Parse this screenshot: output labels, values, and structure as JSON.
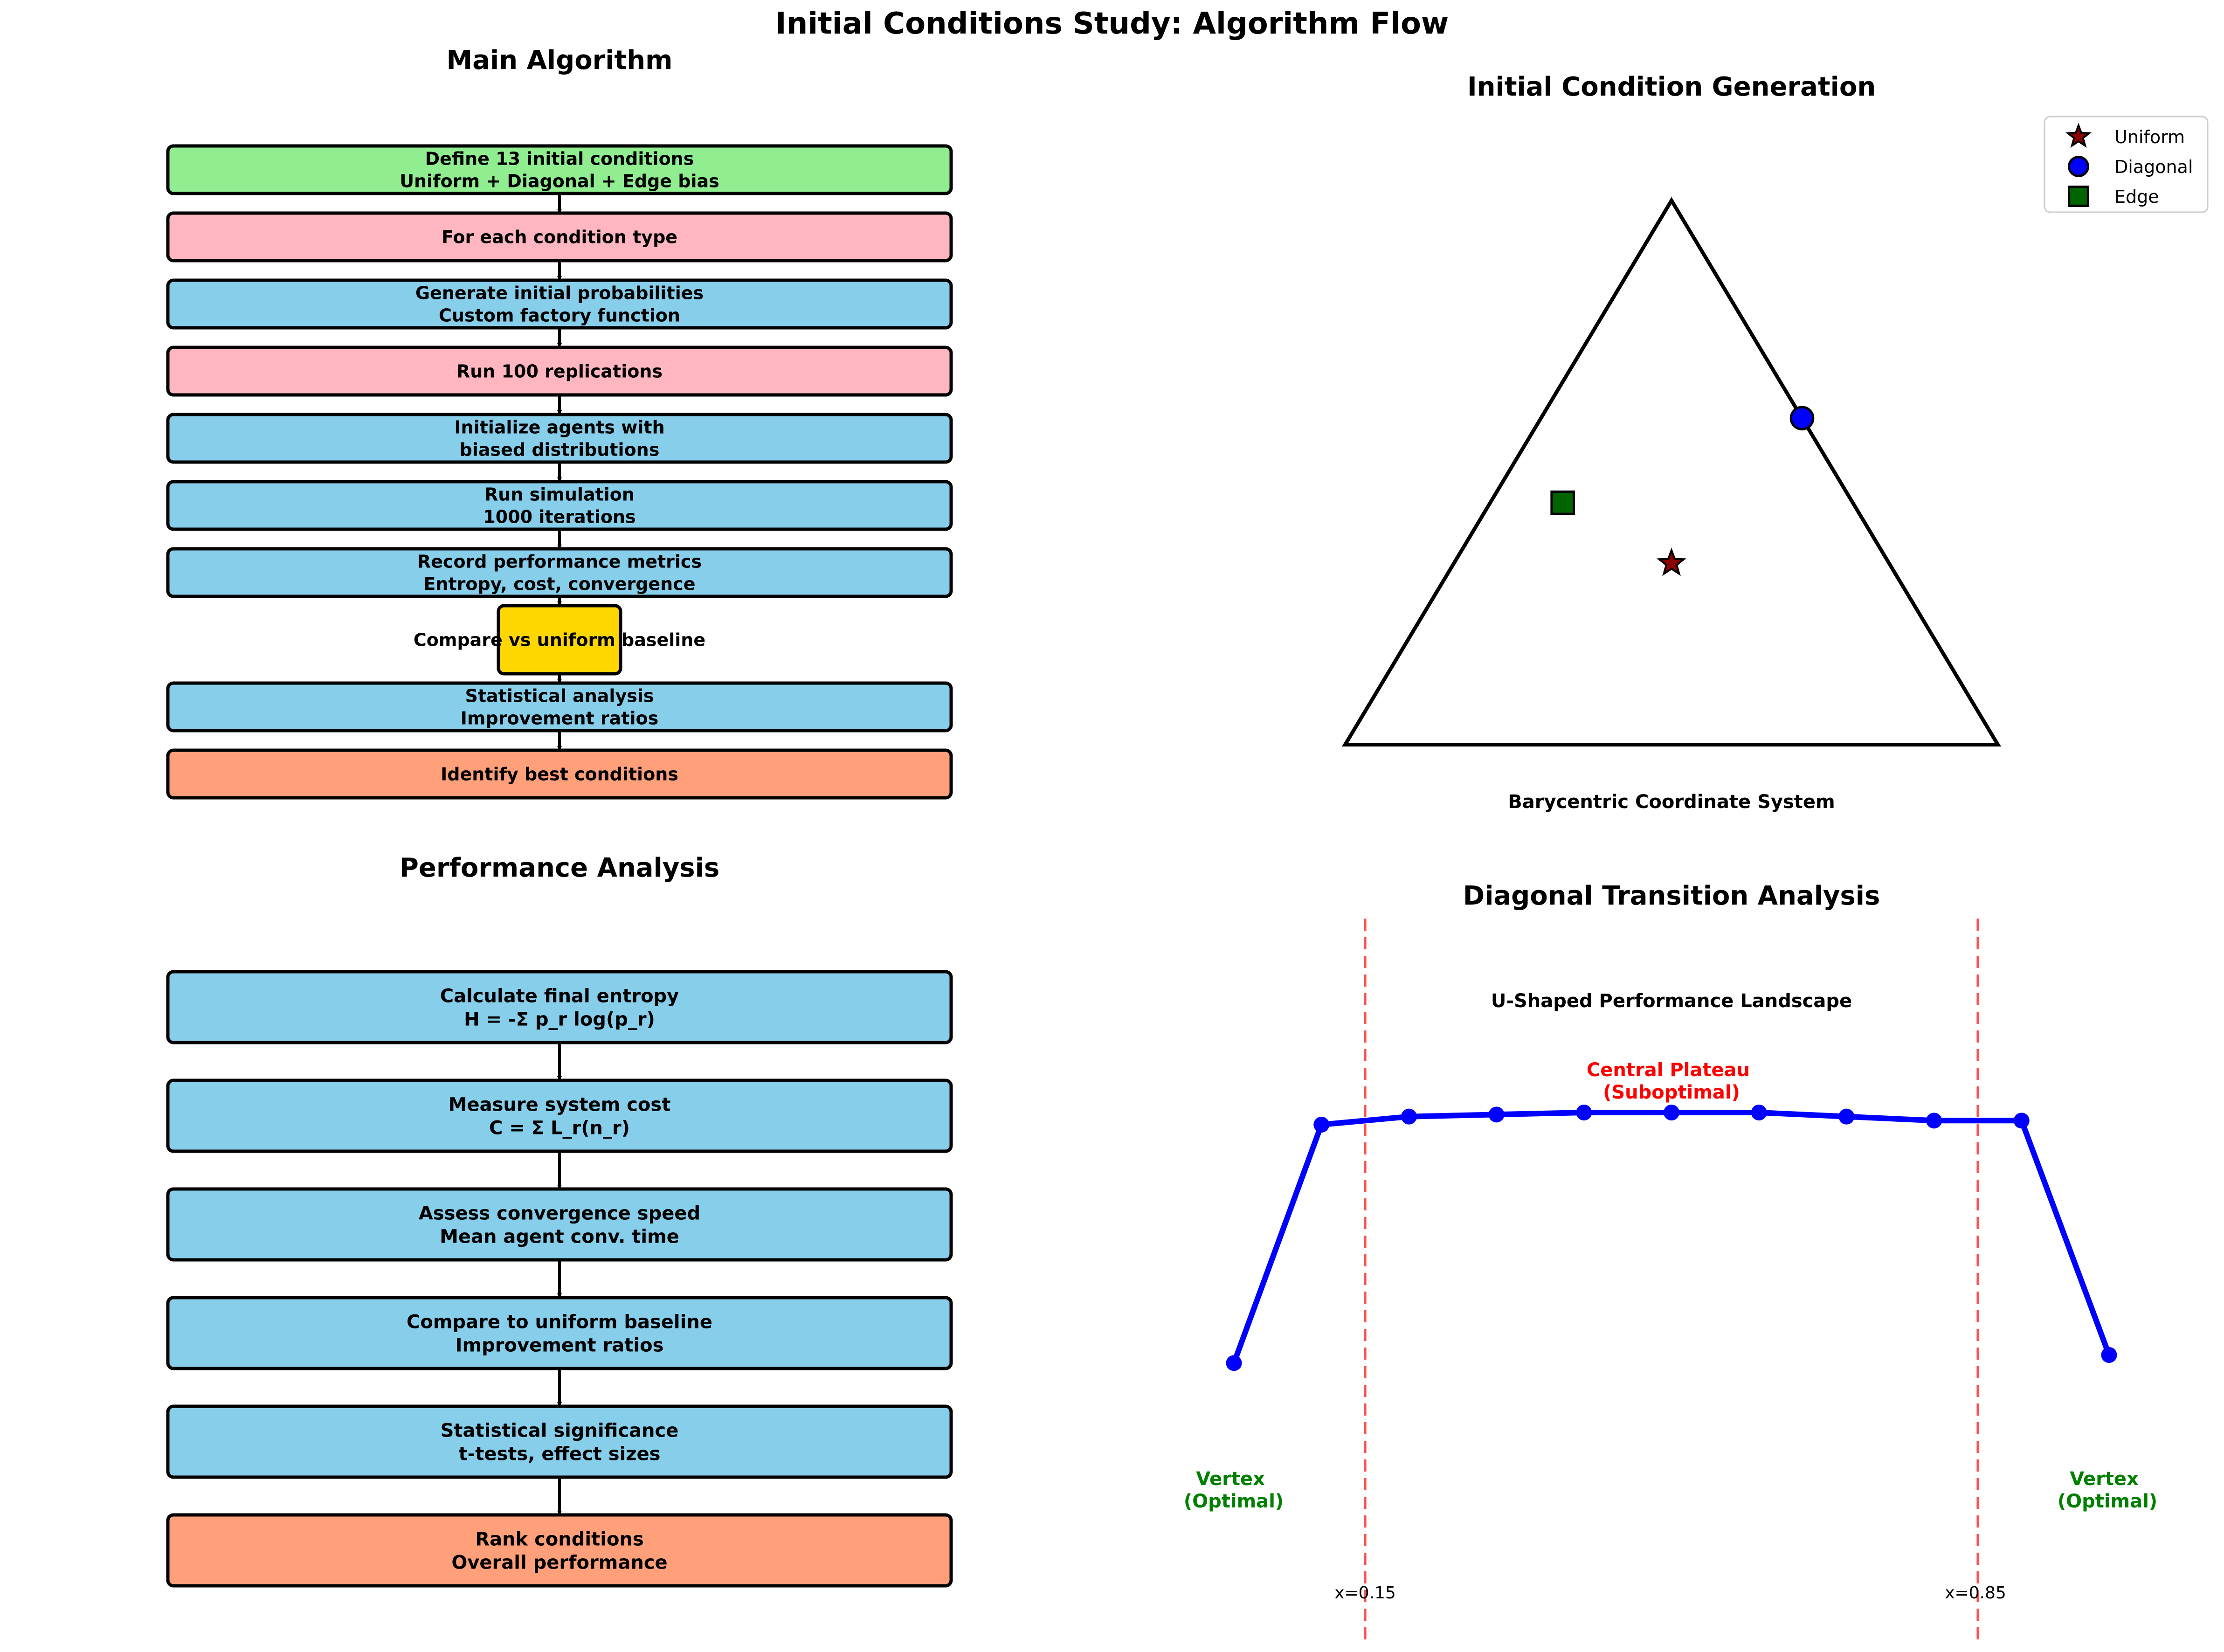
{
  "figure_title": "Initial Conditions Study: Algorithm Flow",
  "main_algorithm": {
    "title": "Main Algorithm",
    "steps": [
      {
        "lines": [
          "Define 13 initial conditions",
          "Uniform + Diagonal + Edge bias"
        ],
        "color": "#90ee90"
      },
      {
        "lines": [
          "For each condition type"
        ],
        "color": "#ffb6c1"
      },
      {
        "lines": [
          "Generate initial probabilities",
          "Custom factory function"
        ],
        "color": "#87ceeb"
      },
      {
        "lines": [
          "Run 100 replications"
        ],
        "color": "#ffb6c1"
      },
      {
        "lines": [
          "Initialize agents with",
          "biased distributions"
        ],
        "color": "#87ceeb"
      },
      {
        "lines": [
          "Run simulation",
          "1000 iterations"
        ],
        "color": "#87ceeb"
      },
      {
        "lines": [
          "Record performance metrics",
          "Entropy, cost, convergence"
        ],
        "color": "#87ceeb"
      },
      {
        "lines": [
          "Compare vs uniform baseline"
        ],
        "color": "#ffd700",
        "shape": "decision"
      },
      {
        "lines": [
          "Statistical analysis",
          "Improvement ratios"
        ],
        "color": "#87ceeb"
      },
      {
        "lines": [
          "Identify best conditions"
        ],
        "color": "#ffa07a"
      }
    ]
  },
  "initial_condition_generation": {
    "title": "Initial Condition Generation",
    "caption": "Barycentric Coordinate System",
    "legend": [
      {
        "label": "Uniform",
        "marker": "star",
        "color": "#8b0000"
      },
      {
        "label": "Diagonal",
        "marker": "circle",
        "color": "#0000ff"
      },
      {
        "label": "Edge",
        "marker": "square",
        "color": "#006400"
      }
    ],
    "points": [
      {
        "type": "Uniform",
        "barycentric": [
          0.333,
          0.333,
          0.333
        ]
      },
      {
        "type": "Diagonal",
        "barycentric": [
          0.6,
          0.0,
          0.4
        ]
      },
      {
        "type": "Edge",
        "barycentric": [
          0.4,
          0.4,
          0.1
        ]
      }
    ]
  },
  "performance_analysis": {
    "title": "Performance Analysis",
    "steps": [
      {
        "lines": [
          "Calculate final entropy",
          "H = -Σ p_r log(p_r)"
        ],
        "color": "#87ceeb"
      },
      {
        "lines": [
          "Measure system cost",
          "C = Σ L_r(n_r)"
        ],
        "color": "#87ceeb"
      },
      {
        "lines": [
          "Assess convergence speed",
          "Mean agent conv. time"
        ],
        "color": "#87ceeb"
      },
      {
        "lines": [
          "Compare to uniform baseline",
          "Improvement ratios"
        ],
        "color": "#87ceeb"
      },
      {
        "lines": [
          "Statistical significance",
          "t-tests, effect sizes"
        ],
        "color": "#87ceeb"
      },
      {
        "lines": [
          "Rank conditions",
          "Overall performance"
        ],
        "color": "#ffa07a"
      }
    ]
  },
  "diagonal_transition": {
    "title": "Diagonal Transition Analysis",
    "subtitle": "U-Shaped Performance Landscape",
    "plateau_label": [
      "Central Plateau",
      "(Suboptimal)"
    ],
    "vertex_label": [
      "Vertex",
      "(Optimal)"
    ],
    "threshold_labels": [
      "x=0.15",
      "x=0.85"
    ],
    "line_color": "#0000ff"
  },
  "chart_data": {
    "type": "line",
    "title": "Diagonal Transition Analysis",
    "subtitle": "U-Shaped Performance Landscape",
    "x": [
      0.0,
      0.1,
      0.2,
      0.3,
      0.4,
      0.5,
      0.6,
      0.7,
      0.8,
      0.9,
      1.0
    ],
    "series": [
      {
        "values": [
          0.2,
          0.79,
          0.81,
          0.815,
          0.82,
          0.82,
          0.82,
          0.81,
          0.8,
          0.8,
          0.22
        ]
      }
    ],
    "xlim": [
      -0.15,
      1.15
    ],
    "ylim": [
      -0.5,
      1.3
    ],
    "vlines": [
      0.15,
      0.85
    ],
    "grid": false,
    "axes_visible": false
  }
}
